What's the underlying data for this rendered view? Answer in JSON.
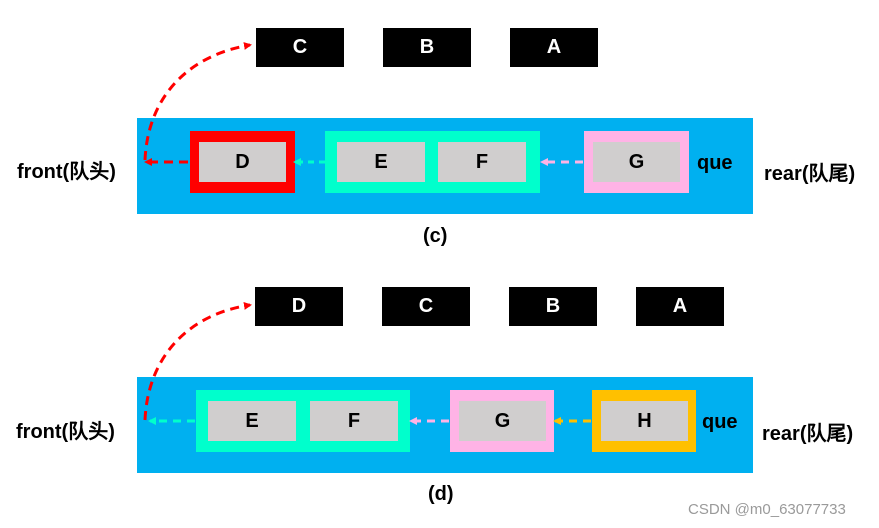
{
  "panel_c": {
    "dequeued": [
      "C",
      "B",
      "A"
    ],
    "front_label": "front(队头)",
    "rear_label": "rear(队尾)",
    "que_label": "que",
    "cells": [
      "D",
      "E",
      "F",
      "G"
    ],
    "caption": "(c)"
  },
  "panel_d": {
    "dequeued": [
      "D",
      "C",
      "B",
      "A"
    ],
    "front_label": "front(队头)",
    "rear_label": "rear(队尾)",
    "que_label": "que",
    "cells": [
      "E",
      "F",
      "G",
      "H"
    ],
    "caption": "(d)"
  },
  "colors": {
    "queue_bar": "#00b0f0",
    "frame_red": "#ff0000",
    "frame_cyan": "#00ffcc",
    "frame_pink": "#ffb3e6",
    "frame_orange": "#ffc000",
    "cell_fill": "#d0cece",
    "dequeue_arrow": "#ff0000"
  },
  "watermark": "CSDN @m0_63077733"
}
